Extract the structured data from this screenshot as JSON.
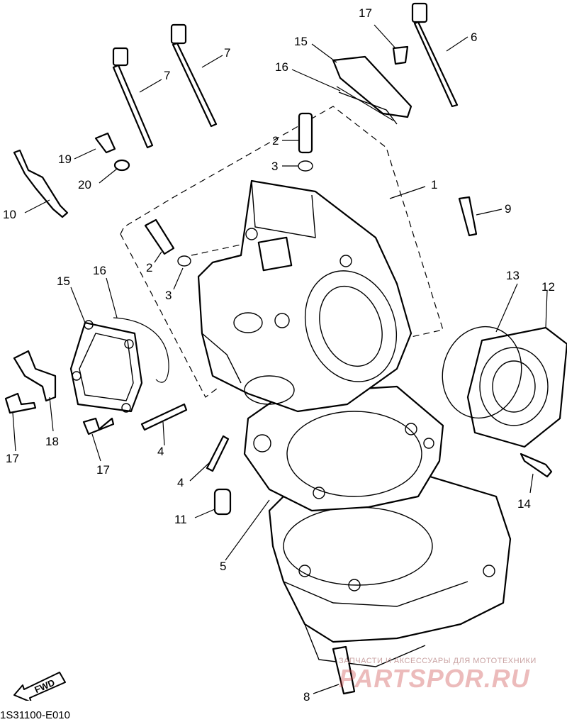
{
  "diagram": {
    "code": "1S31100-E010",
    "fwd_label": "FWD",
    "watermark": {
      "caption": "ЗАПЧАСТИ И АКСЕССУАРЫ ДЛЯ МОТОТЕХНИКИ",
      "brand": "PARTSPOR.RU"
    },
    "callouts": [
      {
        "id": "c17a",
        "label": "17"
      },
      {
        "id": "c6",
        "label": "6"
      },
      {
        "id": "c15a",
        "label": "15"
      },
      {
        "id": "c16a",
        "label": "16"
      },
      {
        "id": "c7a",
        "label": "7"
      },
      {
        "id": "c7b",
        "label": "7"
      },
      {
        "id": "c2a",
        "label": "2"
      },
      {
        "id": "c3a",
        "label": "3"
      },
      {
        "id": "c19",
        "label": "19"
      },
      {
        "id": "c20",
        "label": "20"
      },
      {
        "id": "c1",
        "label": "1"
      },
      {
        "id": "c10",
        "label": "10"
      },
      {
        "id": "c9",
        "label": "9"
      },
      {
        "id": "c2b",
        "label": "2"
      },
      {
        "id": "c3b",
        "label": "3"
      },
      {
        "id": "c16b",
        "label": "16"
      },
      {
        "id": "c15b",
        "label": "15"
      },
      {
        "id": "c13",
        "label": "13"
      },
      {
        "id": "c12",
        "label": "12"
      },
      {
        "id": "c18",
        "label": "18"
      },
      {
        "id": "c17b",
        "label": "17"
      },
      {
        "id": "c17c",
        "label": "17"
      },
      {
        "id": "c4a",
        "label": "4"
      },
      {
        "id": "c4b",
        "label": "4"
      },
      {
        "id": "c11",
        "label": "11"
      },
      {
        "id": "c14",
        "label": "14"
      },
      {
        "id": "c5",
        "label": "5"
      },
      {
        "id": "c8",
        "label": "8"
      }
    ]
  }
}
